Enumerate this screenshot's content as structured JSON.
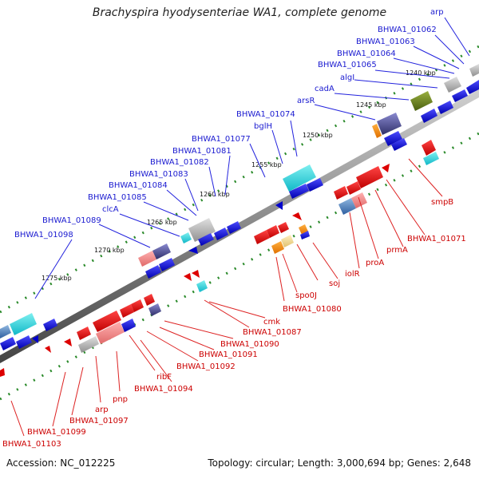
{
  "title": "Brachyspira hyodysenteriae WA1, complete genome",
  "footer": {
    "accession": "Accession: NC_012225",
    "summary": "Topology: circular; Length: 3,000,694 bp; Genes: 2,648"
  },
  "colors": {
    "forward_label": "#1a1ad0",
    "reverse_label": "#cc0000",
    "backbone": "#777777",
    "tick": "#2a8a2a"
  },
  "ruler": [
    "1240 kbp",
    "1245 kbp",
    "1250 kbp",
    "1255 kbp",
    "1260 kbp",
    "1265 kbp",
    "1270 kbp",
    "1275 kbp"
  ],
  "forward_labels": [
    "arp",
    "BHWA1_01062",
    "BHWA1_01063",
    "BHWA1_01064",
    "BHWA1_01065",
    "algI",
    "cadA",
    "arsR",
    "BHWA1_01074",
    "bglH",
    "BHWA1_01077",
    "BHWA1_01081",
    "BHWA1_01082",
    "BHWA1_01083",
    "BHWA1_01084",
    "BHWA1_01085",
    "clcA",
    "BHWA1_01089",
    "BHWA1_01098"
  ],
  "reverse_labels": [
    "smpB",
    "BHWA1_01071",
    "prmA",
    "proA",
    "iolR",
    "soj",
    "spo0J",
    "BHWA1_01080",
    "cmk",
    "BHWA1_01087",
    "BHWA1_01090",
    "BHWA1_01091",
    "BHWA1_01092",
    "ribF",
    "BHWA1_01094",
    "pnp",
    "arp",
    "BHWA1_01097",
    "BHWA1_01099",
    "BHWA1_01103"
  ]
}
